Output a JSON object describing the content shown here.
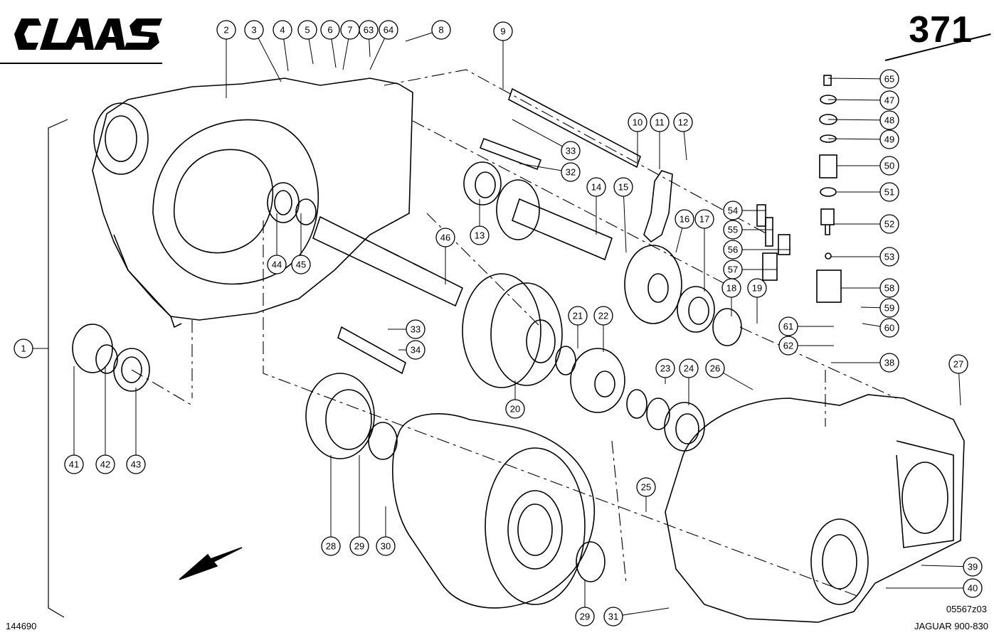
{
  "header": {
    "brand": "CLAAS",
    "page_number": "371"
  },
  "footer": {
    "left_code": "144690",
    "drawing_code": "05567z03",
    "model": "JAGUAR 900-830"
  },
  "diagram": {
    "parts": [
      {
        "label": "1"
      },
      {
        "label": "2"
      },
      {
        "label": "3"
      },
      {
        "label": "4"
      },
      {
        "label": "5"
      },
      {
        "label": "6"
      },
      {
        "label": "7"
      },
      {
        "label": "63"
      },
      {
        "label": "64"
      },
      {
        "label": "8"
      },
      {
        "label": "9"
      },
      {
        "label": "10"
      },
      {
        "label": "11"
      },
      {
        "label": "12"
      },
      {
        "label": "65"
      },
      {
        "label": "47"
      },
      {
        "label": "48"
      },
      {
        "label": "49"
      },
      {
        "label": "50"
      },
      {
        "label": "51"
      },
      {
        "label": "52"
      },
      {
        "label": "53"
      },
      {
        "label": "58"
      },
      {
        "label": "59"
      },
      {
        "label": "60"
      },
      {
        "label": "38"
      },
      {
        "label": "27"
      },
      {
        "label": "39"
      },
      {
        "label": "40"
      },
      {
        "label": "54"
      },
      {
        "label": "55"
      },
      {
        "label": "56"
      },
      {
        "label": "57"
      },
      {
        "label": "61"
      },
      {
        "label": "62"
      },
      {
        "label": "33"
      },
      {
        "label": "32"
      },
      {
        "label": "14"
      },
      {
        "label": "15"
      },
      {
        "label": "16"
      },
      {
        "label": "17"
      },
      {
        "label": "18"
      },
      {
        "label": "19"
      },
      {
        "label": "13"
      },
      {
        "label": "46"
      },
      {
        "label": "44"
      },
      {
        "label": "45"
      },
      {
        "label": "33"
      },
      {
        "label": "34"
      },
      {
        "label": "21"
      },
      {
        "label": "22"
      },
      {
        "label": "20"
      },
      {
        "label": "23"
      },
      {
        "label": "24"
      },
      {
        "label": "26"
      },
      {
        "label": "41"
      },
      {
        "label": "42"
      },
      {
        "label": "43"
      },
      {
        "label": "28"
      },
      {
        "label": "29"
      },
      {
        "label": "30"
      },
      {
        "label": "25"
      },
      {
        "label": "29"
      },
      {
        "label": "31"
      }
    ]
  },
  "colors": {
    "ink": "#000000",
    "paper": "#ffffff"
  }
}
